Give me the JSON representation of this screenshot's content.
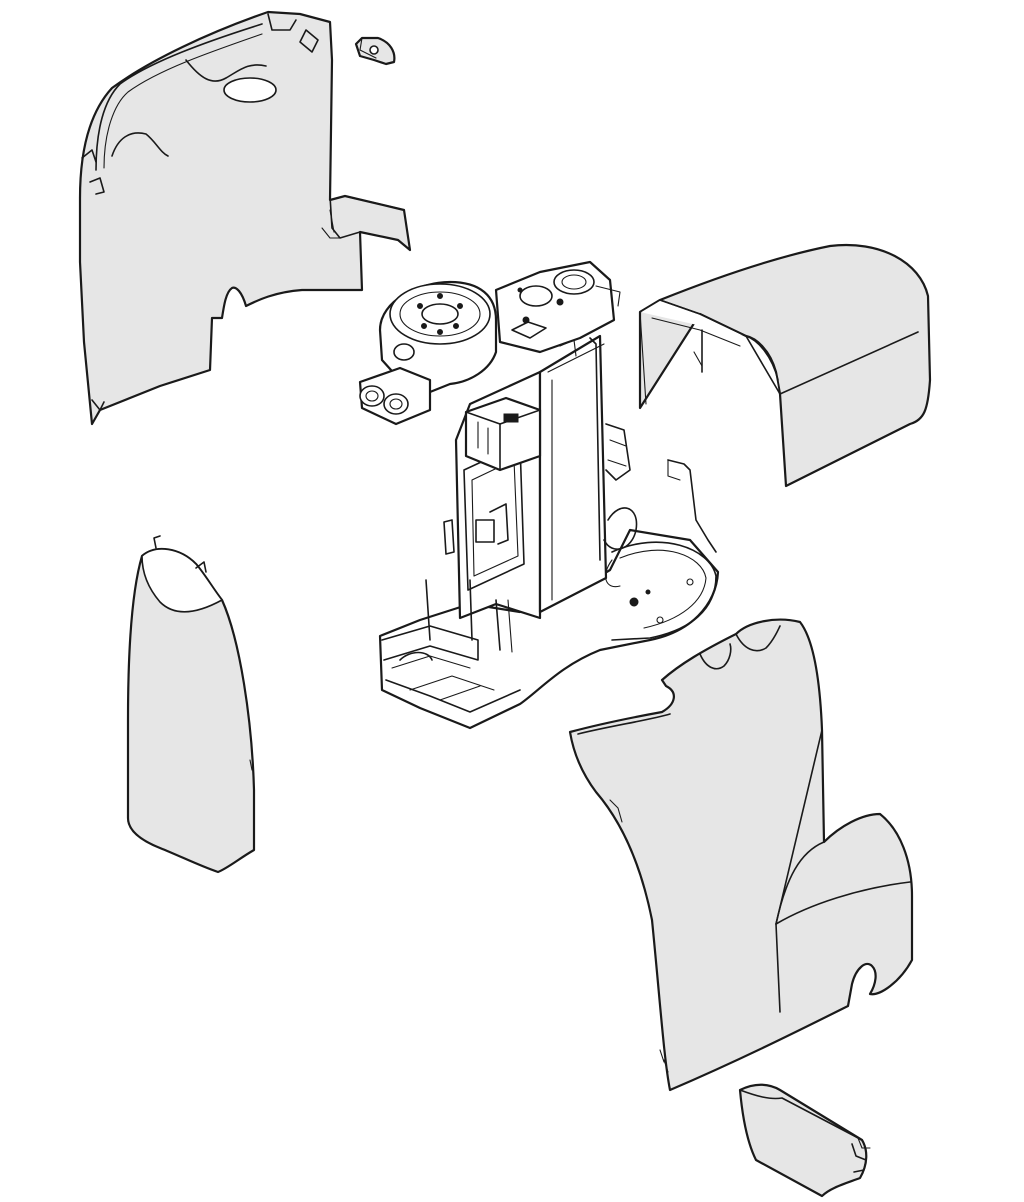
{
  "figure": {
    "kind": "exploded-view",
    "background": "#ffffff",
    "panel_fill": "#e6e6e6",
    "line_color": "#1a1a1a",
    "parts": [
      "upper-left-side-cover",
      "small-clip",
      "top-rear-hood-cover",
      "central-chassis-frame",
      "left-front-cover",
      "lower-right-side-cover",
      "bottom-flap-cover"
    ]
  }
}
